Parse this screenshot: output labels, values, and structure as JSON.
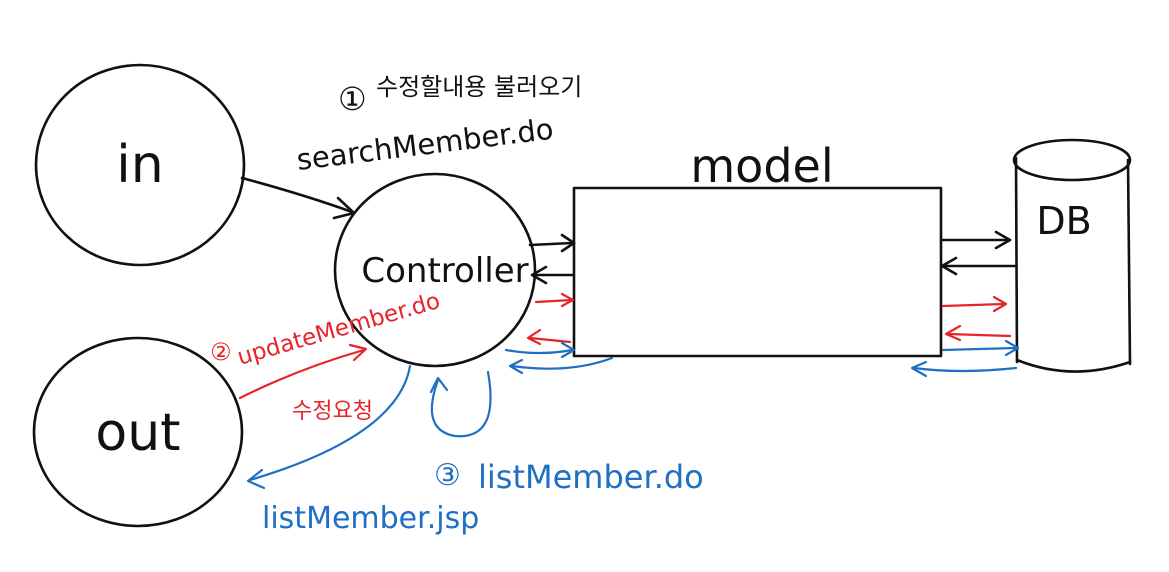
{
  "diagram": {
    "nodes": {
      "in": "in",
      "out": "out",
      "controller": "Controller",
      "model": "model",
      "db": "DB"
    },
    "steps": {
      "step1": {
        "number": "①",
        "text": "수정할내용 불러오기",
        "url": "searchMember.do"
      },
      "step2": {
        "number": "②",
        "url": "updateMember.do",
        "text": "수정요청"
      },
      "step3": {
        "number": "③",
        "url": "listMember.do"
      },
      "view": "listMember.jsp"
    },
    "colors": {
      "ink": "#111111",
      "red": "#e8232a",
      "blue": "#1f6fc2"
    }
  }
}
